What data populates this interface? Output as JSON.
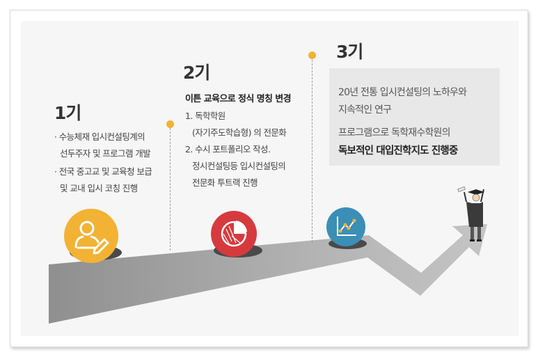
{
  "stage1": {
    "title": "1기",
    "bullets": [
      "· 수능체재 입시컨설팅계의",
      "선두주자 및 프로그램 개발",
      "· 전국 중고교 및 교육청 보급",
      "및 교내 입시 코칭 진행"
    ]
  },
  "stage2": {
    "title": "2기",
    "heading": "이튼 교육으로 정식 명칭 변경",
    "lines": [
      "1. 독학학원",
      "(자기주도학습형) 의 전문화",
      "2. 수시 포트폴리오 작성.",
      "정시컨설팅등 입시컨설팅의",
      "전문화 투트랙 진행"
    ]
  },
  "stage3": {
    "title": "3기",
    "lines": [
      "20년 전통 입시컨설팅의 노하우와",
      "지속적인 연구",
      "프로그램으로 독학재수학원의"
    ],
    "emphasis": "독보적인 대입진학지도 진행중"
  },
  "icons": {
    "stage1": "user-edit-icon",
    "stage2": "pie-chart-icon",
    "stage3": "growth-chart-icon",
    "graduate": "graduate-figure-icon"
  },
  "colors": {
    "accent_yellow": "#f2b234",
    "stage2_red": "#d63a3e",
    "stage3_blue": "#3a8fb7",
    "road_gray": "#a9a9a9"
  }
}
